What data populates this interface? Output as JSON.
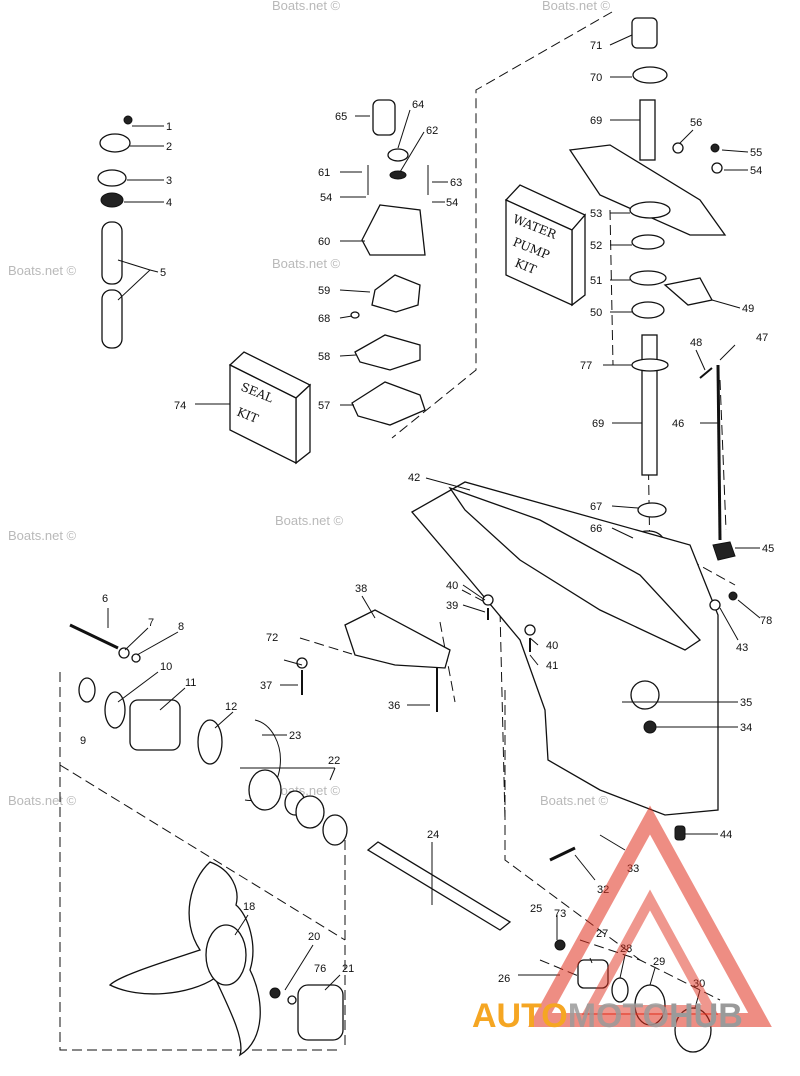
{
  "diagram": {
    "callouts": [
      {
        "id": "p1",
        "label": "1"
      },
      {
        "id": "p2",
        "label": "2"
      },
      {
        "id": "p3",
        "label": "3"
      },
      {
        "id": "p4",
        "label": "4"
      },
      {
        "id": "p5",
        "label": "5"
      },
      {
        "id": "p6",
        "label": "6"
      },
      {
        "id": "p7",
        "label": "7"
      },
      {
        "id": "p8",
        "label": "8"
      },
      {
        "id": "p9",
        "label": "9"
      },
      {
        "id": "p10",
        "label": "10"
      },
      {
        "id": "p11",
        "label": "11"
      },
      {
        "id": "p12",
        "label": "12"
      },
      {
        "id": "p18",
        "label": "18"
      },
      {
        "id": "p20",
        "label": "20"
      },
      {
        "id": "p21",
        "label": "21"
      },
      {
        "id": "p22",
        "label": "22"
      },
      {
        "id": "p23",
        "label": "23"
      },
      {
        "id": "p24",
        "label": "24"
      },
      {
        "id": "p25",
        "label": "25"
      },
      {
        "id": "p26",
        "label": "26"
      },
      {
        "id": "p27",
        "label": "27"
      },
      {
        "id": "p28",
        "label": "28"
      },
      {
        "id": "p29",
        "label": "29"
      },
      {
        "id": "p30",
        "label": "30"
      },
      {
        "id": "p32",
        "label": "32"
      },
      {
        "id": "p33",
        "label": "33"
      },
      {
        "id": "p34",
        "label": "34"
      },
      {
        "id": "p35",
        "label": "35"
      },
      {
        "id": "p36",
        "label": "36"
      },
      {
        "id": "p37",
        "label": "37"
      },
      {
        "id": "p38",
        "label": "38"
      },
      {
        "id": "p39",
        "label": "39"
      },
      {
        "id": "p40a",
        "label": "40"
      },
      {
        "id": "p40b",
        "label": "40"
      },
      {
        "id": "p41",
        "label": "41"
      },
      {
        "id": "p42",
        "label": "42"
      },
      {
        "id": "p43",
        "label": "43"
      },
      {
        "id": "p44",
        "label": "44"
      },
      {
        "id": "p45",
        "label": "45"
      },
      {
        "id": "p46",
        "label": "46"
      },
      {
        "id": "p47",
        "label": "47"
      },
      {
        "id": "p48",
        "label": "48"
      },
      {
        "id": "p49",
        "label": "49"
      },
      {
        "id": "p50",
        "label": "50"
      },
      {
        "id": "p51",
        "label": "51"
      },
      {
        "id": "p52",
        "label": "52"
      },
      {
        "id": "p53",
        "label": "53"
      },
      {
        "id": "p54a",
        "label": "54"
      },
      {
        "id": "p54b",
        "label": "54"
      },
      {
        "id": "p54c",
        "label": "54"
      },
      {
        "id": "p55",
        "label": "55"
      },
      {
        "id": "p56",
        "label": "56"
      },
      {
        "id": "p57",
        "label": "57"
      },
      {
        "id": "p58",
        "label": "58"
      },
      {
        "id": "p59",
        "label": "59"
      },
      {
        "id": "p60",
        "label": "60"
      },
      {
        "id": "p61",
        "label": "61"
      },
      {
        "id": "p62",
        "label": "62"
      },
      {
        "id": "p63",
        "label": "63"
      },
      {
        "id": "p64",
        "label": "64"
      },
      {
        "id": "p65",
        "label": "65"
      },
      {
        "id": "p66",
        "label": "66"
      },
      {
        "id": "p67",
        "label": "67"
      },
      {
        "id": "p68",
        "label": "68"
      },
      {
        "id": "p69a",
        "label": "69"
      },
      {
        "id": "p69b",
        "label": "69"
      },
      {
        "id": "p70",
        "label": "70"
      },
      {
        "id": "p71",
        "label": "71"
      },
      {
        "id": "p72",
        "label": "72"
      },
      {
        "id": "p73",
        "label": "73"
      },
      {
        "id": "p74",
        "label": "74"
      },
      {
        "id": "p76",
        "label": "76"
      },
      {
        "id": "p77",
        "label": "77"
      },
      {
        "id": "p78",
        "label": "78"
      }
    ],
    "kits": {
      "water_pump": {
        "line1": "WATER",
        "line2": "PUMP",
        "line3": "KIT"
      },
      "seal": {
        "line1": "SEAL",
        "line2": "KIT"
      }
    },
    "watermark_text": "Boats.net ©",
    "brand": {
      "part1": "AUTO",
      "part2": "MOTO",
      "part3": "HUB"
    },
    "colors": {
      "line": "#111111",
      "watermark": "#b9b9b9",
      "brand_orange": "#f5a623",
      "brand_gray": "#9a9a9a",
      "brand_red": "#e0301e"
    }
  }
}
